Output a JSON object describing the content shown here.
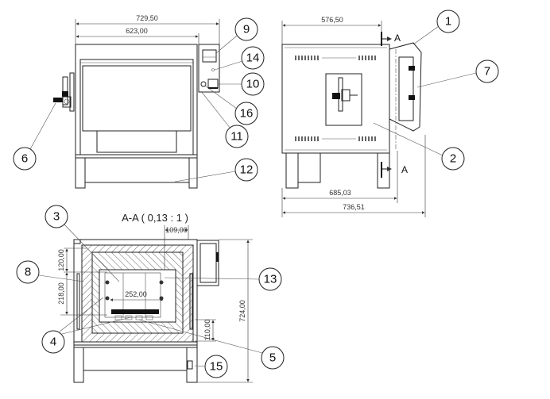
{
  "front_view": {
    "dim_overall_width": "729,50",
    "dim_door_width": "623,00",
    "balloons": [
      "9",
      "14",
      "10",
      "16",
      "11",
      "12",
      "6"
    ]
  },
  "side_view": {
    "dim_depth": "576,50",
    "dim_depth_2": "685,03",
    "dim_depth_overall": "736,51",
    "section_label_top": "A",
    "section_label_bottom": "A",
    "balloons": [
      "1",
      "7",
      "2"
    ]
  },
  "section_view": {
    "title": "A-A ( 0,13 : 1 )",
    "dim_109": "109,00",
    "dim_120": "120,00",
    "dim_218": "218,00",
    "dim_252": "252,00",
    "dim_110": "110,00",
    "dim_height": "724,00",
    "balloons": [
      "3",
      "8",
      "13",
      "4",
      "5",
      "15"
    ]
  }
}
